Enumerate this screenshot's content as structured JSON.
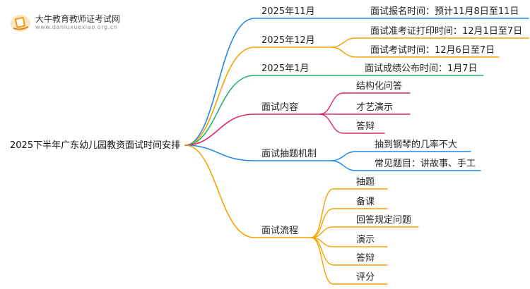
{
  "logo": {
    "name": "大牛教育教师证考试网",
    "url": "www.daniuxuexiao.org.cn"
  },
  "root": {
    "label": "2025下半年广东幼儿园教资面试时间安排"
  },
  "branches": [
    {
      "label": "2025年11月",
      "color": "#1e88e5",
      "children": [
        {
          "label": "面试报名时间：预计11月8日至11日"
        }
      ]
    },
    {
      "label": "2025年12月",
      "color": "#f5a300",
      "children": [
        {
          "label": "面试准考证打印时间：12月1日至7日"
        },
        {
          "label": "面试考试时间：12月6日至7日"
        }
      ]
    },
    {
      "label": "2025年1月",
      "color": "#22b573",
      "children": [
        {
          "label": "面试成绩公布时间：1月7日"
        }
      ]
    },
    {
      "label": "面试内容",
      "color": "#e0256f",
      "children": [
        {
          "label": "结构化问答"
        },
        {
          "label": "才艺演示"
        },
        {
          "label": "答辩"
        }
      ]
    },
    {
      "label": "面试抽题机制",
      "color": "#1e88e5",
      "children": [
        {
          "label": "抽到钢琴的几率不大"
        },
        {
          "label": "常见题目：讲故事、手工"
        }
      ]
    },
    {
      "label": "面试流程",
      "color": "#f5a300",
      "children": [
        {
          "label": "抽题"
        },
        {
          "label": "备课"
        },
        {
          "label": "回答规定问题"
        },
        {
          "label": "演示"
        },
        {
          "label": "答辩"
        },
        {
          "label": "评分"
        }
      ]
    }
  ]
}
